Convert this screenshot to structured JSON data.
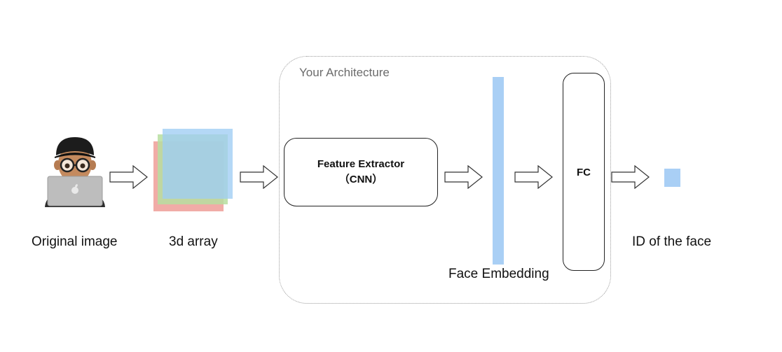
{
  "labels": {
    "original_image": "Original image",
    "array": "3d array",
    "architecture": "Your Architecture",
    "feature_extractor_title": "Feature Extractor",
    "feature_extractor_sub": "（CNN）",
    "face_embedding": "Face Embedding",
    "fc": "FC",
    "face_id": "ID of the face"
  },
  "colors": {
    "embedding": "#a9cff5",
    "layer_red": "#f0a39d",
    "layer_green": "#b7dea0",
    "layer_blue": "#9fcdf4"
  },
  "icons": [
    "person-with-laptop-icon",
    "arrow-icon"
  ]
}
